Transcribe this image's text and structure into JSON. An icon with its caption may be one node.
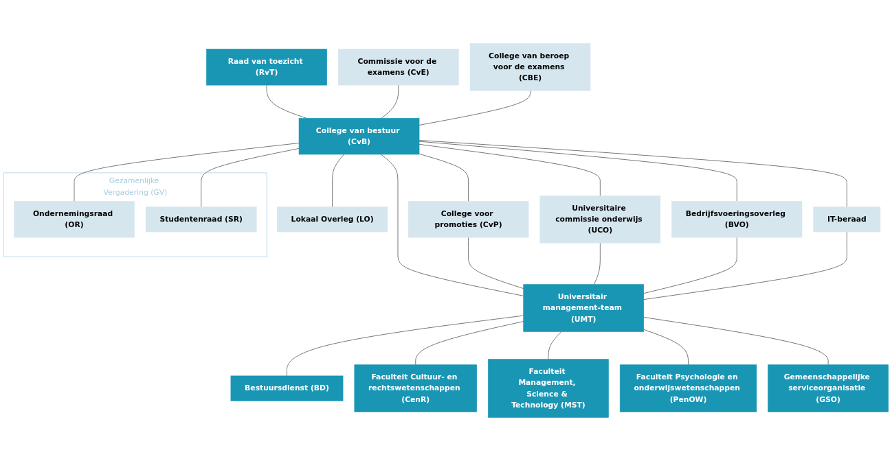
{
  "diagram": {
    "nodes": [
      {
        "text": [
          "Raad van toezicht (RvT)"
        ]
      },
      {
        "text": [
          "Gezamenlijke Vergadering (GV)"
        ]
      },
      {
        "text": [
          "Ondernemingsraad (OR)"
        ],
        "in": 1
      },
      {
        "text": [
          "Commissie voor de examens (CvE)"
        ]
      },
      {
        "text": [
          "College van bestuur (CvB)"
        ]
      },
      {
        "text": [
          "Studentenraad (SR)"
        ],
        "in": 1
      },
      {
        "text": [
          "College van beroep voor de examens (CBE)"
        ]
      },
      {
        "text": [
          "Lokaal Overleg (LO)"
        ]
      },
      {
        "text": [
          "College voor promoties (CvP)"
        ]
      },
      {
        "text": [
          "Universitair management-team (UMT)"
        ]
      },
      {
        "text": [
          "Universitaire commissie onderwijs (UCO)"
        ]
      },
      {
        "text": [
          "Bedrijfsvoeringsoverleg (BVO)"
        ]
      },
      {
        "text": [
          "IT-beraad"
        ]
      },
      {
        "text": [
          "Bestuursdienst (BD)"
        ]
      },
      {
        "text": [
          "Faculteit Cultuur- en rechtswetenschappen (CenR)"
        ]
      },
      {
        "text": [
          "Faculteit Management, Science & Technology (MST)"
        ]
      },
      {
        "text": [
          "Faculteit Psychologie en onderwijswetenschappen (PenOW)"
        ]
      },
      {
        "text": [
          "Gemeenschappelijke serviceorganisatie (GSO)"
        ]
      }
    ],
    "edges": [
      {
        "from": 0,
        "to": 4,
        "arrow": "none"
      },
      {
        "from": 3,
        "to": 4,
        "arrow": "none"
      },
      {
        "from": 6,
        "to": 4,
        "arrow": "none"
      },
      {
        "from": 4,
        "to": 2,
        "arrow": "none"
      },
      {
        "from": 4,
        "to": 5,
        "arrow": "none"
      },
      {
        "from": 4,
        "to": 7,
        "arrow": "none"
      },
      {
        "from": 4,
        "to": 9,
        "arrow": "none"
      },
      {
        "from": 4,
        "to": 8,
        "arrow": "none"
      },
      {
        "from": 4,
        "to": 10,
        "arrow": "none"
      },
      {
        "from": 4,
        "to": 11,
        "arrow": "none"
      },
      {
        "from": 4,
        "to": 12,
        "arrow": "none"
      },
      {
        "from": 8,
        "to": 9,
        "arrow": "none"
      },
      {
        "from": 10,
        "to": 9,
        "arrow": "none"
      },
      {
        "from": 11,
        "to": 9,
        "arrow": "none"
      },
      {
        "from": 12,
        "to": 9,
        "arrow": "none"
      },
      {
        "from": 9,
        "to": 13,
        "arrow": "none"
      },
      {
        "from": 9,
        "to": 14,
        "arrow": "none"
      },
      {
        "from": 9,
        "to": 15,
        "arrow": "none"
      },
      {
        "from": 9,
        "to": 16,
        "arrow": "none"
      },
      {
        "from": 9,
        "to": 17,
        "arrow": "none"
      }
    ]
  }
}
